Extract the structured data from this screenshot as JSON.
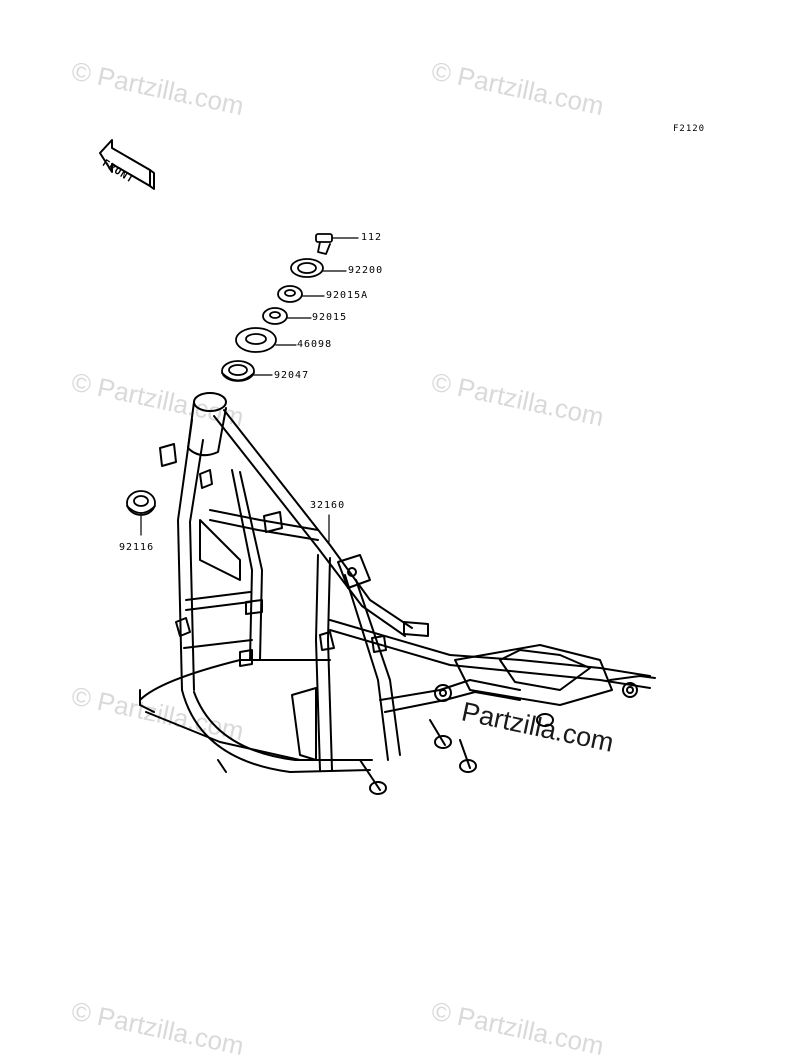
{
  "diagram": {
    "code": "F2120",
    "front_label": "FRONT",
    "parts": [
      {
        "number": "112",
        "name": "bolt"
      },
      {
        "number": "92200",
        "name": "washer"
      },
      {
        "number": "92015A",
        "name": "nut-a"
      },
      {
        "number": "92015",
        "name": "nut"
      },
      {
        "number": "46098",
        "name": "dust-seal"
      },
      {
        "number": "92047",
        "name": "ball-bearing"
      },
      {
        "number": "32160",
        "name": "frame"
      },
      {
        "number": "92116",
        "name": "bushing"
      }
    ]
  },
  "watermark": {
    "text": "© Partzilla.com",
    "brand": "Partzilla.com"
  },
  "colors": {
    "line": "#000000",
    "watermark": "#d9d9d9",
    "background": "#ffffff"
  }
}
